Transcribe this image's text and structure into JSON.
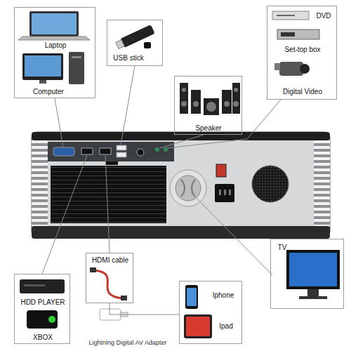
{
  "diagram": {
    "nodes": [
      {
        "text": [
          "Laptop",
          "Computer"
        ]
      },
      {
        "text": [
          "USB stick"
        ]
      },
      {
        "text": [
          "Speaker"
        ]
      },
      {
        "text": [
          "DVD",
          "Set-top box",
          "Digital Video"
        ]
      },
      {
        "text": [
          "TV"
        ]
      },
      {
        "text": [
          "HDMI cable"
        ]
      },
      {
        "text": [
          "HDD PLAYER",
          "XBOX"
        ]
      },
      {
        "text": [
          "Iphone",
          "Ipad"
        ]
      }
    ],
    "edges": [
      {
        "from": 5,
        "to": 7,
        "arrow": "none"
      }
    ],
    "labels": [
      "Lightning Digital AV Adapter"
    ]
  }
}
